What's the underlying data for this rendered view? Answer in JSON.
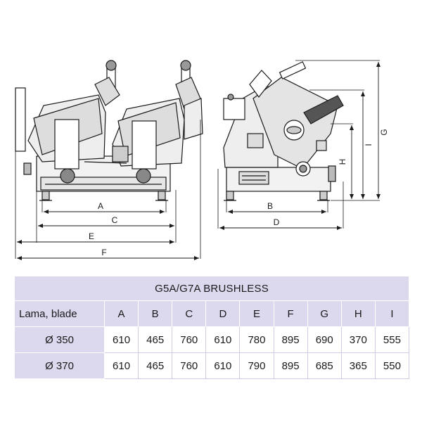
{
  "drawing": {
    "left_dimensions": [
      "A",
      "C",
      "E",
      "F"
    ],
    "right_dimensions": [
      "B",
      "D",
      "G",
      "I",
      "H"
    ]
  },
  "table": {
    "title": "G5A/G7A BRUSHLESS",
    "row_header": "Lama, blade",
    "columns": [
      "A",
      "B",
      "C",
      "D",
      "E",
      "F",
      "G",
      "H",
      "I"
    ],
    "rows": [
      {
        "label": "Ø 350",
        "values": [
          "610",
          "465",
          "760",
          "610",
          "780",
          "895",
          "690",
          "370",
          "555"
        ]
      },
      {
        "label": "Ø 370",
        "values": [
          "610",
          "465",
          "760",
          "610",
          "790",
          "895",
          "685",
          "365",
          "550"
        ]
      }
    ]
  }
}
